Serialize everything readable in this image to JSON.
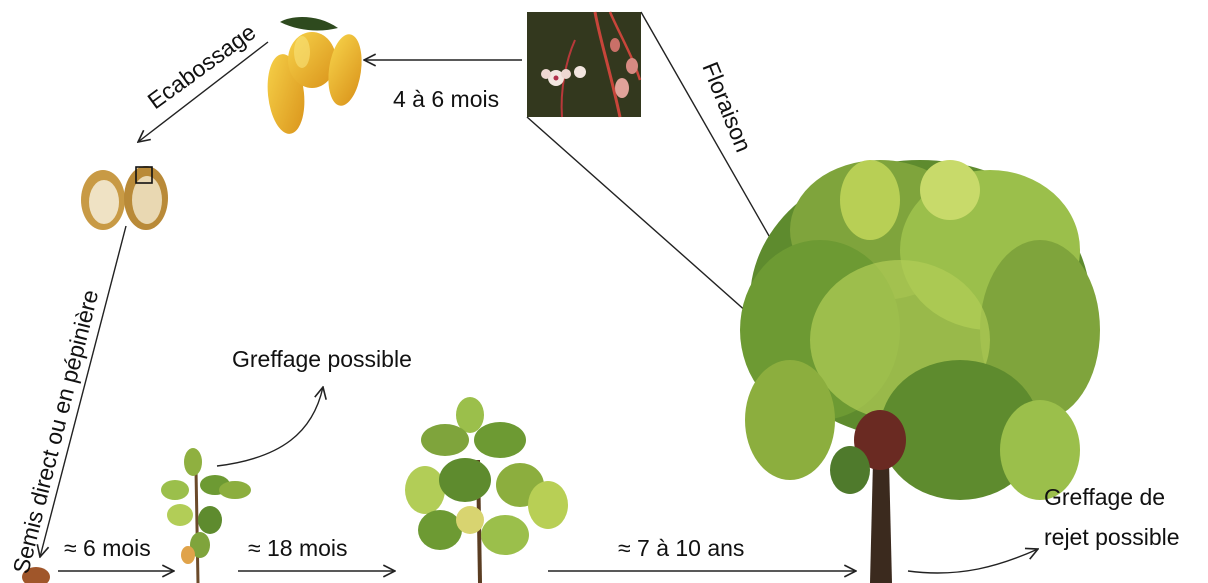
{
  "labels": {
    "ecabossage": "Ecabossage",
    "flowering_delay": "4 à 6 mois",
    "floraison": "Floraison",
    "semis": "Semis direct ou en pépinière",
    "greffage_possible": "Greffage possible",
    "stage_6_months": "≈ 6 mois",
    "stage_18_months": "≈ 18 mois",
    "stage_7_10_years": "≈ 7 à 10 ans",
    "greffage_rejet_line1": "Greffage de",
    "greffage_rejet_line2": "rejet possible"
  },
  "colors": {
    "foliage_dark": "#4f7a2c",
    "foliage_mid": "#7fa43c",
    "foliage_light": "#b8cf55",
    "pod_yellow": "#f0b62a",
    "trunk": "#3b2a1e"
  }
}
